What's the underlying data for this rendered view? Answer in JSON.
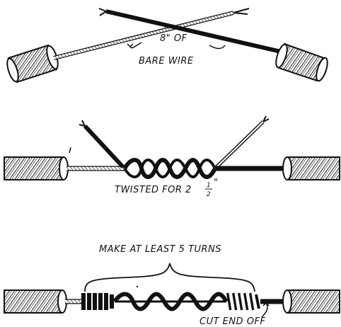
{
  "panels": [
    {
      "label_line1": "8\" OF",
      "label_line2": "BARE WIRE"
    },
    {
      "label_main": "TWISTED FOR 2",
      "label_num": "1",
      "label_den": "2",
      "label_unit": "\""
    },
    {
      "label_top": "MAKE AT LEAST 5 TURNS",
      "label_bottom": "CUT END OFF"
    }
  ]
}
